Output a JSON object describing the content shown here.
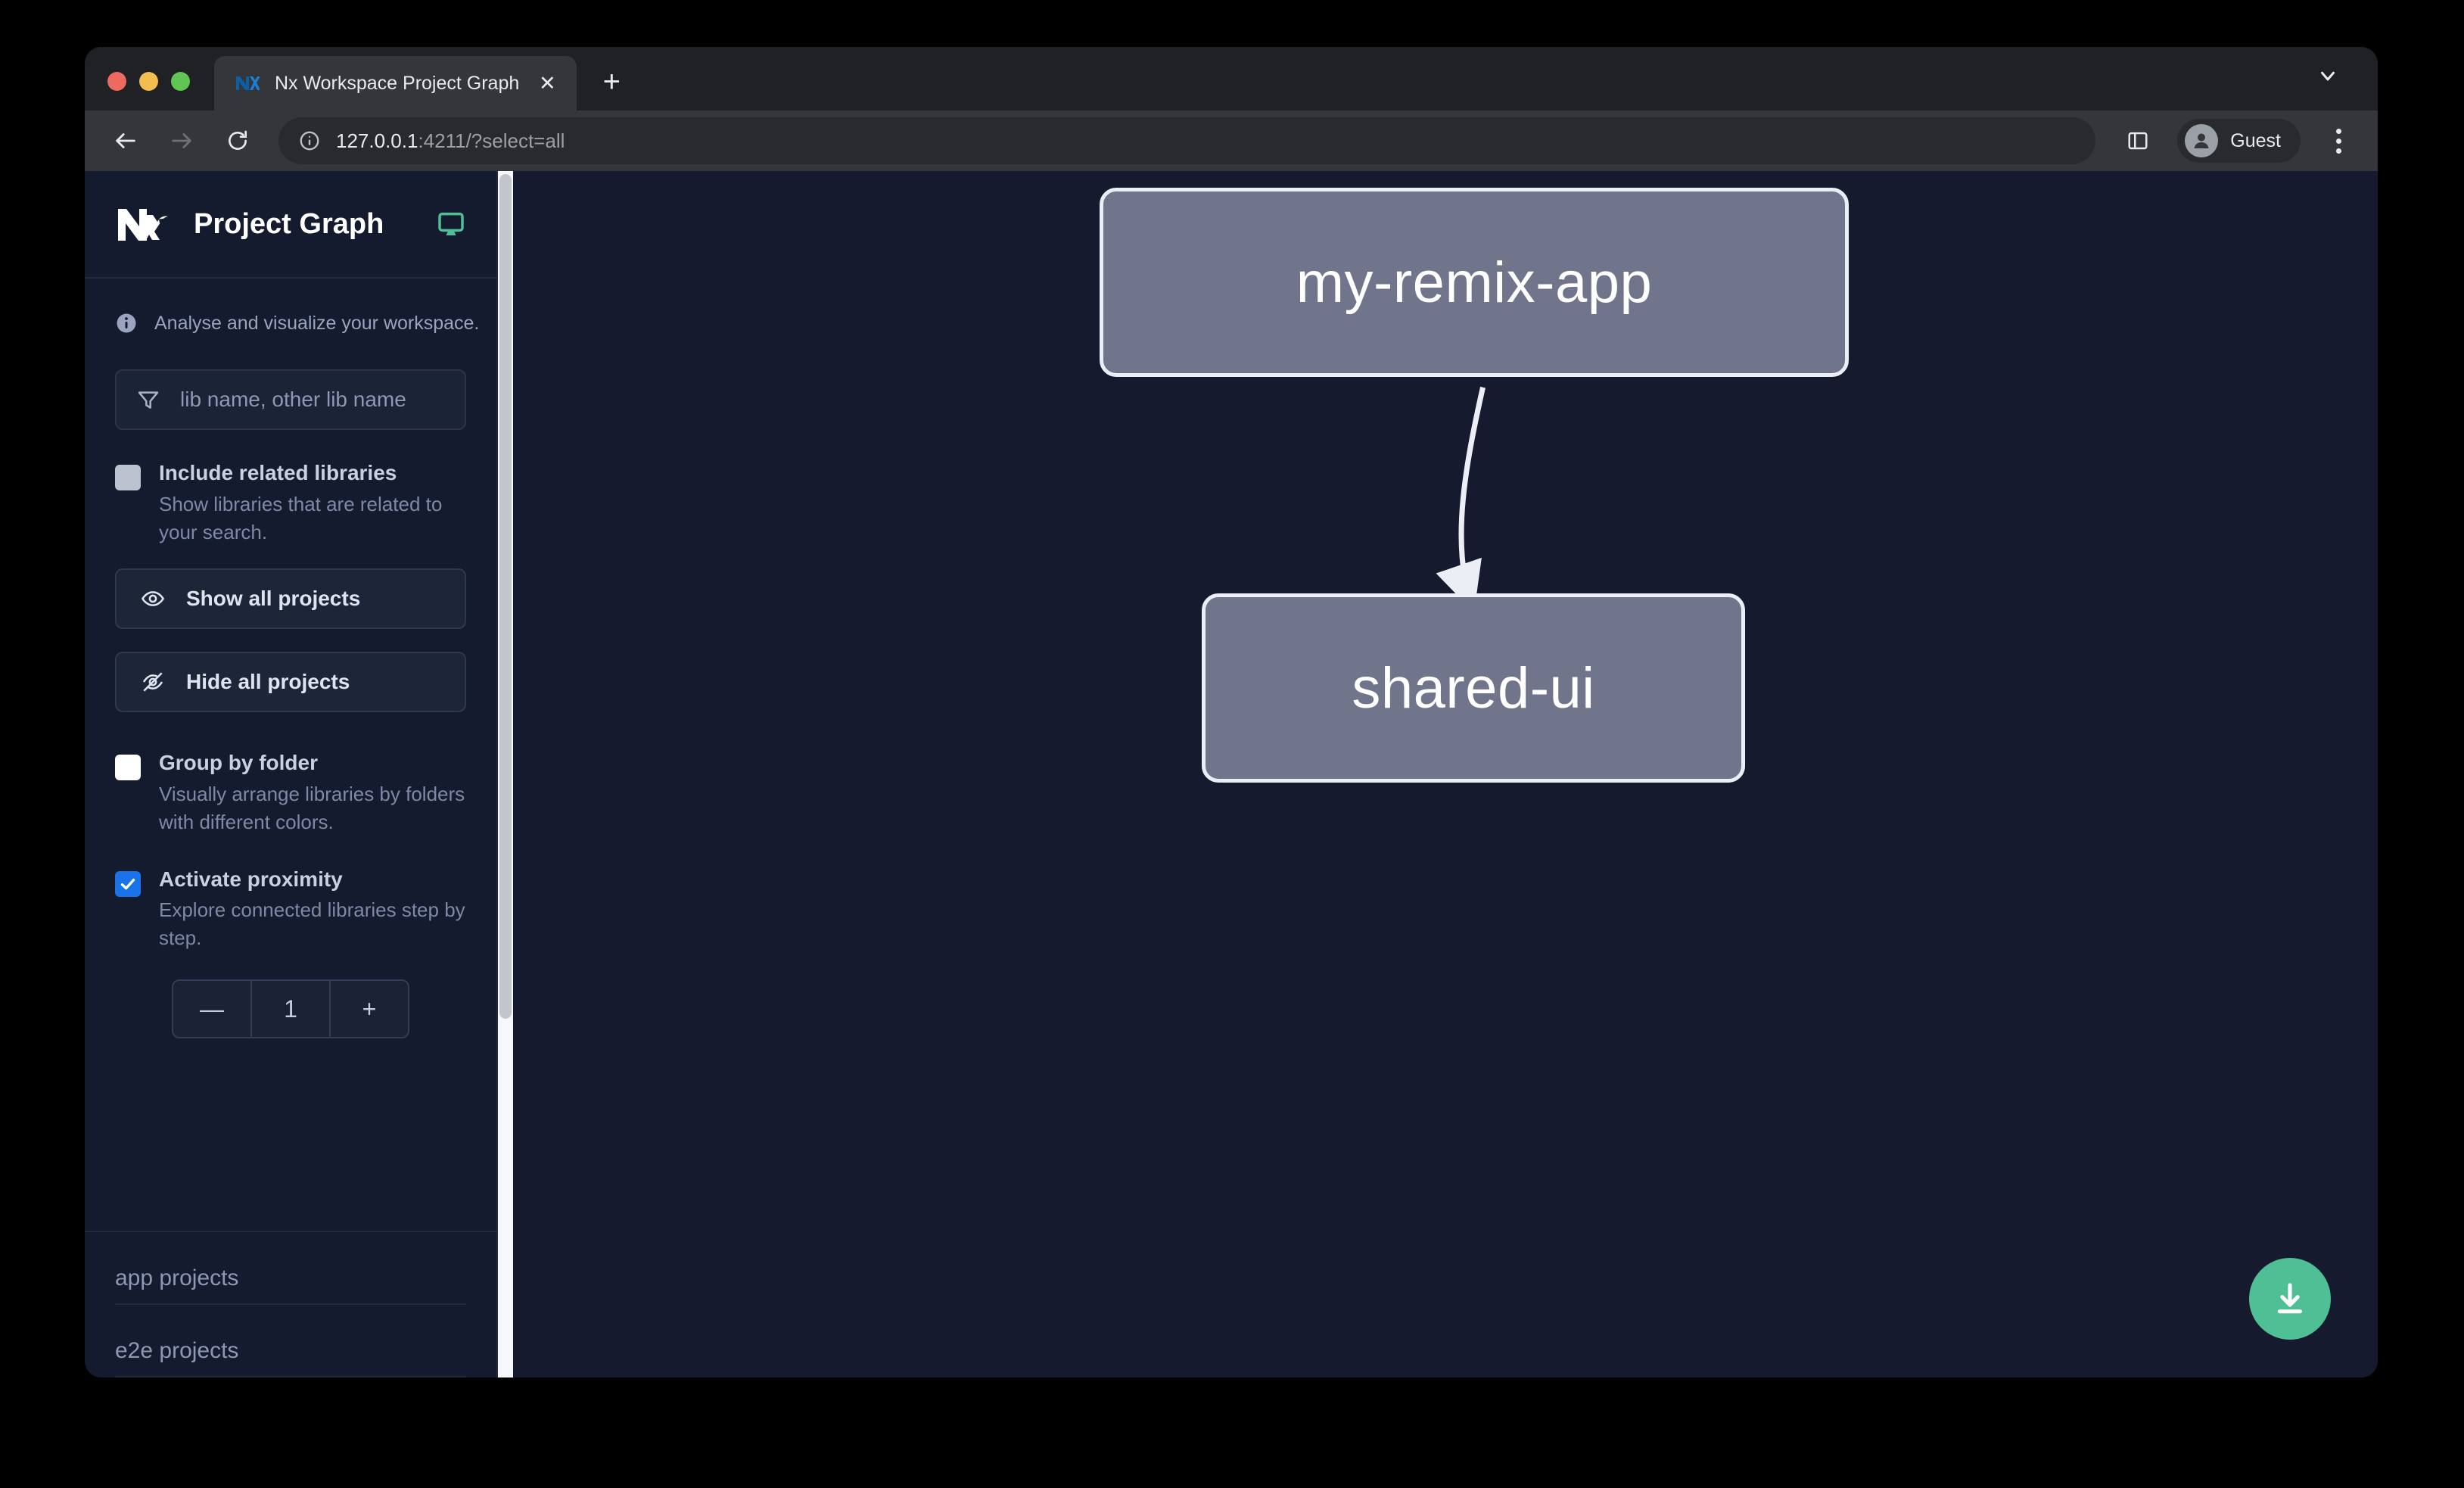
{
  "browser": {
    "tab": {
      "title": "Nx Workspace Project Graph",
      "favicon": "nx-logo-icon",
      "close_label": "✕"
    },
    "new_tab_label": "+",
    "omnibox": {
      "host": "127.0.0.1",
      "path": ":4211/?select=all",
      "full_url": "127.0.0.1:4211/?select=all",
      "security_icon": "info-circle-icon"
    },
    "profile": {
      "name": "Guest"
    },
    "icons": {
      "back": "back-arrow-icon",
      "forward": "forward-arrow-icon",
      "reload": "reload-icon",
      "side_panel": "side-panel-icon",
      "menu": "three-dot-menu-icon",
      "tab_list": "chevron-down-icon"
    }
  },
  "sidebar": {
    "title": "Project Graph",
    "logo": "nx-logo",
    "display_icon": "monitor-icon",
    "info_text": "Analyse and visualize your workspace.",
    "filter": {
      "placeholder": "lib name, other lib name",
      "value": "",
      "icon": "funnel-icon"
    },
    "options": [
      {
        "label": "Include related libraries",
        "description": "Show libraries that are related to your search.",
        "checked": false
      },
      {
        "label": "Group by folder",
        "description": "Visually arrange libraries by folders with different colors.",
        "checked": false
      },
      {
        "label": "Activate proximity",
        "description": "Explore connected libraries step by step.",
        "checked": true
      }
    ],
    "buttons": [
      {
        "label": "Show all projects",
        "icon": "eye-icon"
      },
      {
        "label": "Hide all projects",
        "icon": "eye-off-icon"
      }
    ],
    "stepper": {
      "decrement_label": "—",
      "value": "1",
      "increment_label": "+"
    },
    "project_sections": [
      {
        "label": "app projects"
      },
      {
        "label": "e2e projects"
      }
    ]
  },
  "graph": {
    "nodes": [
      {
        "id": "my-remix-app",
        "label": "my-remix-app"
      },
      {
        "id": "shared-ui",
        "label": "shared-ui"
      }
    ],
    "edges": [
      {
        "from": "my-remix-app",
        "to": "shared-ui"
      }
    ],
    "download_button": {
      "icon": "download-icon"
    }
  },
  "colors": {
    "accent_green": "#4fc095",
    "checkbox_checked": "#1a73e8",
    "node_fill": "#71758b",
    "node_border": "#eceef6",
    "graph_background": "#151a2e",
    "sidebar_background": "#151b2e"
  }
}
